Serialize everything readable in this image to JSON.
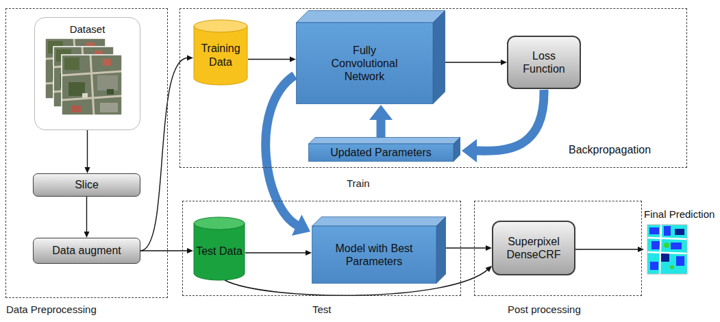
{
  "diagram": {
    "nodes": [
      {
        "text": [
          "Data Preprocessing"
        ]
      },
      {
        "text": [
          "Dataset"
        ],
        "in": 0
      },
      {
        "text": [
          "Slice"
        ],
        "in": 0
      },
      {
        "text": [
          "Data augment"
        ],
        "in": 0
      },
      {
        "text": [
          "Train"
        ]
      },
      {
        "text": [
          "Training Data"
        ],
        "in": 4
      },
      {
        "text": [
          "Fully Convolutional Network"
        ],
        "in": 4
      },
      {
        "text": [
          "Loss Function"
        ],
        "in": 4
      },
      {
        "text": [
          "Updated Parameters"
        ],
        "in": 4
      },
      {
        "text": [
          "Test"
        ]
      },
      {
        "text": [
          "Test Data"
        ],
        "in": 9
      },
      {
        "text": [
          "Model with Best Parameters"
        ],
        "in": 9
      },
      {
        "text": [
          "Post processing"
        ]
      },
      {
        "text": [
          "Superpixel DenseCRF"
        ],
        "in": 12
      },
      {
        "text": [
          "Final Prediction"
        ]
      }
    ],
    "edges": [
      {
        "from": 1,
        "to": 2,
        "arrow": "to"
      },
      {
        "from": 2,
        "to": 3,
        "arrow": "to"
      },
      {
        "from": 3,
        "to": 5,
        "arrow": "to"
      },
      {
        "from": 3,
        "to": 10,
        "arrow": "to"
      },
      {
        "from": 5,
        "to": 6,
        "arrow": "to"
      },
      {
        "from": 6,
        "to": 7,
        "arrow": "to"
      },
      {
        "from": 7,
        "to": 8,
        "label": "Backpropagation",
        "arrow": "to"
      },
      {
        "from": 8,
        "to": 6,
        "arrow": "to"
      },
      {
        "from": 6,
        "to": 11,
        "arrow": "to"
      },
      {
        "from": 10,
        "to": 11,
        "arrow": "to"
      },
      {
        "from": 10,
        "to": 13,
        "arrow": "to"
      },
      {
        "from": 11,
        "to": 13,
        "arrow": "to"
      },
      {
        "from": 13,
        "to": 14,
        "arrow": "to"
      }
    ]
  }
}
